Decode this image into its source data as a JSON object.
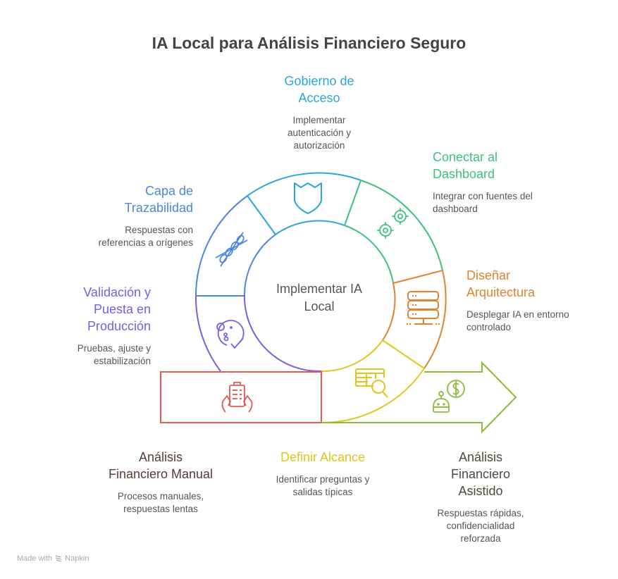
{
  "title": "IA Local para Análisis Financiero Seguro",
  "center": {
    "line1": "Implementar IA",
    "line2": "Local"
  },
  "steps": [
    {
      "id": "gobierno",
      "title_lines": [
        "Gobierno de",
        "Acceso"
      ],
      "desc_lines": [
        "Implementar",
        "autenticación y",
        "autorización"
      ],
      "color": "#29A8D8",
      "icon": "shield-icon"
    },
    {
      "id": "conectar",
      "title_lines": [
        "Conectar al",
        "Dashboard"
      ],
      "desc_lines": [
        "Integrar con fuentes del",
        "dashboard"
      ],
      "color": "#3CC27F",
      "icon": "gears-icon"
    },
    {
      "id": "disenar",
      "title_lines": [
        "Diseñar",
        "Arquitectura"
      ],
      "desc_lines": [
        "Desplegar IA en entorno",
        "controlado"
      ],
      "color": "#E0832E",
      "icon": "server-icon"
    },
    {
      "id": "definir",
      "title_lines": [
        "Definir Alcance"
      ],
      "desc_lines": [
        "Identificar preguntas y",
        "salidas típicas"
      ],
      "color": "#E0C51E",
      "icon": "table-search-icon"
    },
    {
      "id": "validacion",
      "title_lines": [
        "Validación y",
        "Puesta en",
        "Producción"
      ],
      "desc_lines": [
        "Pruebas, ajuste y",
        "estabilización"
      ],
      "color": "#7B5CE6",
      "icon": "test-check-icon"
    },
    {
      "id": "trazabilidad",
      "title_lines": [
        "Capa de",
        "Trazabilidad"
      ],
      "desc_lines": [
        "Respuestas con",
        "referencias a orígenes"
      ],
      "color": "#4C86E0",
      "icon": "chain-icon"
    }
  ],
  "start": {
    "title_lines": [
      "Análisis",
      "Financiero Manual"
    ],
    "desc_lines": [
      "Procesos manuales,",
      "respuestas lentas"
    ],
    "color": "#E05A52",
    "title_color": "#5A3A38",
    "icon": "clipboard-hands-icon"
  },
  "end": {
    "title_lines": [
      "Análisis",
      "Financiero",
      "Asistido"
    ],
    "desc_lines": [
      "Respuestas rápidas,",
      "confidencialidad",
      "reforzada"
    ],
    "color": "#8DBB3A",
    "title_color": "#4A4A3C",
    "icon": "robot-dollar-icon"
  },
  "footer": {
    "prefix": "Made with",
    "brand": "Napkin"
  }
}
